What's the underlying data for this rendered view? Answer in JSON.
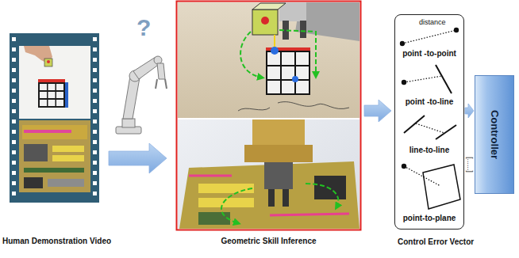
{
  "diagram": {
    "nodes": [
      {
        "text": [
          "Human Demonstration Video"
        ]
      },
      {
        "text": [
          "Geometric Skill Inference"
        ]
      },
      {
        "text": [
          "Control Error Vector",
          "distance",
          "point -to-point",
          "point -to-line",
          "line-to-line",
          "point-to-plane"
        ]
      },
      {
        "text": [
          "Controller"
        ]
      }
    ],
    "edges": [
      {
        "from": 0,
        "to": 1,
        "arrow": "to"
      },
      {
        "from": 1,
        "to": 2,
        "arrow": "to"
      },
      {
        "from": 2,
        "to": 3,
        "arrow": "to"
      }
    ],
    "labels": [
      "?",
      "[......]"
    ]
  }
}
